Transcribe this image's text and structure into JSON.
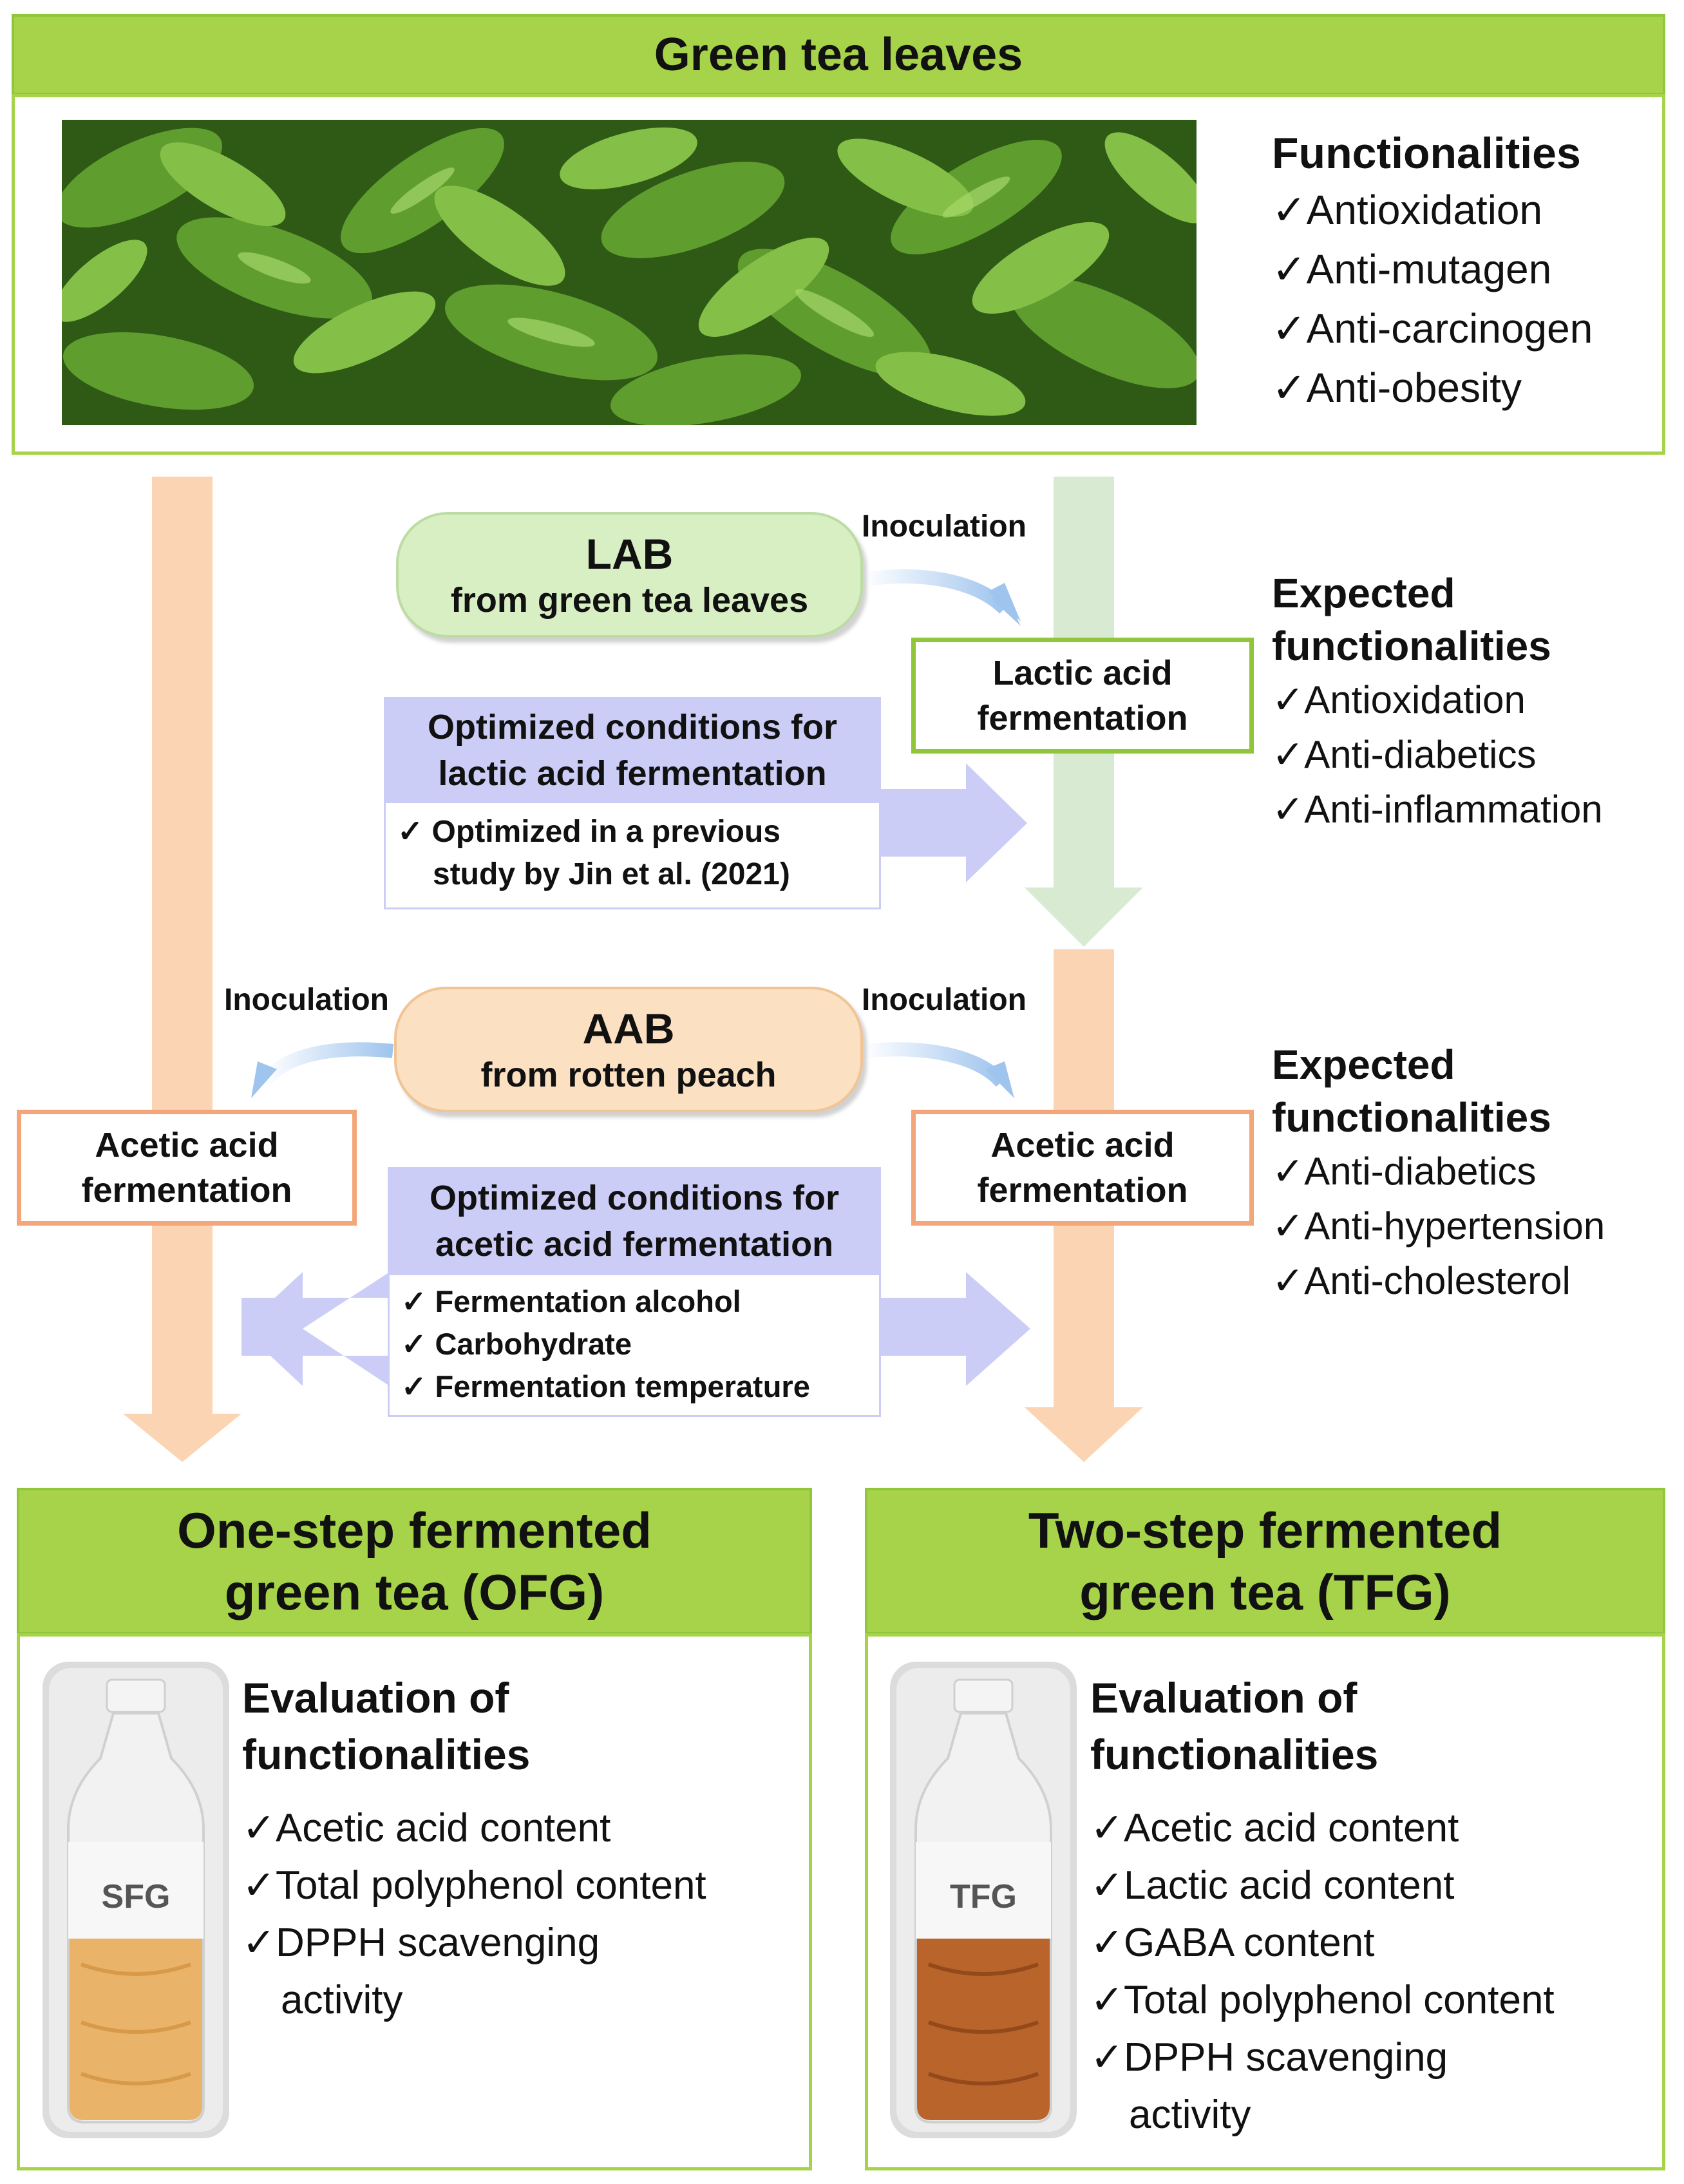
{
  "top": {
    "title": "Green tea leaves",
    "func_title": "Functionalities",
    "func_items": [
      "✓Antioxidation",
      "✓Anti-mutagen",
      "✓Anti-carcinogen",
      "✓Anti-obesity"
    ]
  },
  "lab": {
    "line1": "LAB",
    "line2": "from green tea leaves",
    "inoculation": "Inoculation"
  },
  "lactic_box": {
    "line1": "Lactic acid",
    "line2": "fermentation"
  },
  "opt_lactic": {
    "title1": "Optimized conditions for",
    "title2": "lactic acid fermentation",
    "item1": "✓ Optimized in a previous",
    "item2": "study by Jin et al. (2021)"
  },
  "expected1": {
    "title1": "Expected",
    "title2": "functionalities",
    "items": [
      "✓Antioxidation",
      "✓Anti-diabetics",
      "✓Anti-inflammation"
    ]
  },
  "aab": {
    "line1": "AAB",
    "line2": "from rotten peach",
    "inoculation_left": "Inoculation",
    "inoculation_right": "Inoculation"
  },
  "acetic_left": {
    "line1": "Acetic acid",
    "line2": "fermentation"
  },
  "acetic_right": {
    "line1": "Acetic acid",
    "line2": "fermentation"
  },
  "opt_acetic": {
    "title1": "Optimized conditions for",
    "title2": "acetic acid fermentation",
    "items": [
      "✓ Fermentation alcohol",
      "✓ Carbohydrate",
      "✓ Fermentation temperature"
    ]
  },
  "expected2": {
    "title1": "Expected",
    "title2": "functionalities",
    "items": [
      "✓Anti-diabetics",
      "✓Anti-hypertension",
      "✓Anti-cholesterol"
    ]
  },
  "ofg": {
    "title1": "One-step fermented",
    "title2": "green tea (OFG)",
    "bottle_label": "SFG",
    "eval1": "Evaluation of",
    "eval2": "functionalities",
    "items": [
      "✓Acetic acid content",
      "✓Total polyphenol content",
      "✓DPPH scavenging"
    ],
    "items_cont": "activity"
  },
  "tfg": {
    "title1": "Two-step fermented",
    "title2": "green tea (TFG)",
    "bottle_label": "TFG",
    "eval1": "Evaluation of",
    "eval2": "functionalities",
    "items": [
      "✓Acetic acid content",
      "✓Lactic acid content",
      "✓GABA content",
      "✓Total polyphenol content",
      "✓DPPH scavenging"
    ],
    "items_cont": "activity"
  },
  "colors": {
    "green_header": "#a6d34a",
    "peach_arrow": "#fbd4b4",
    "green_arrow": "#d9ead3",
    "lavender": "#cccdf7",
    "lab_pill": "#d8efc4",
    "aab_pill": "#fce0c2",
    "orange_border": "#f3a67a",
    "sfg_liquid": "#e9b46a",
    "tfg_liquid": "#b8642a"
  }
}
